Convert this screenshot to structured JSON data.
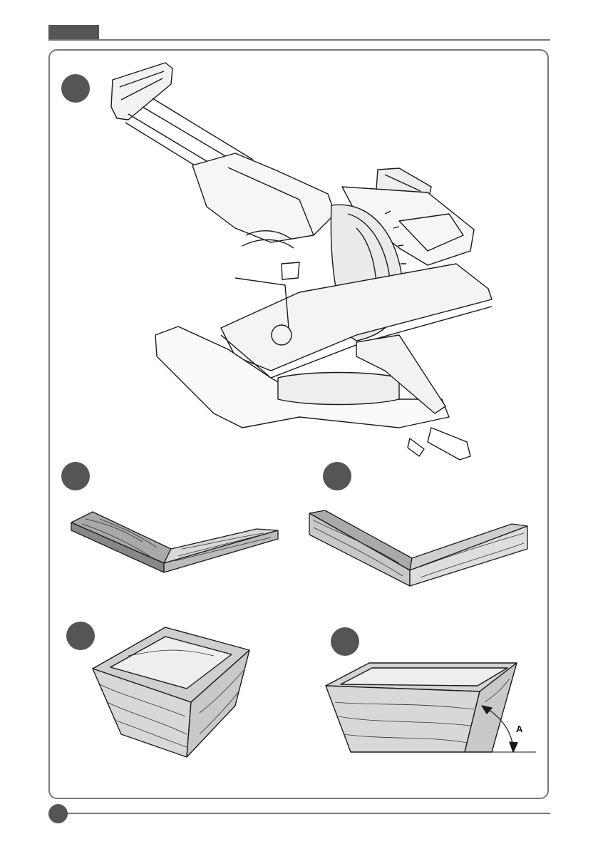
{
  "labels": {
    "angle": "A"
  },
  "colors": {
    "frame": "#777777",
    "badge": "#555555",
    "wood": "#d8d8d8",
    "wood_dark": "#a9a9a9",
    "line": "#1a1a1a"
  },
  "figures": [
    {
      "name": "miter-saw"
    },
    {
      "name": "miter-joint-flat"
    },
    {
      "name": "bevel-joint-flat"
    },
    {
      "name": "box-miter"
    },
    {
      "name": "box-compound-bevel"
    }
  ]
}
